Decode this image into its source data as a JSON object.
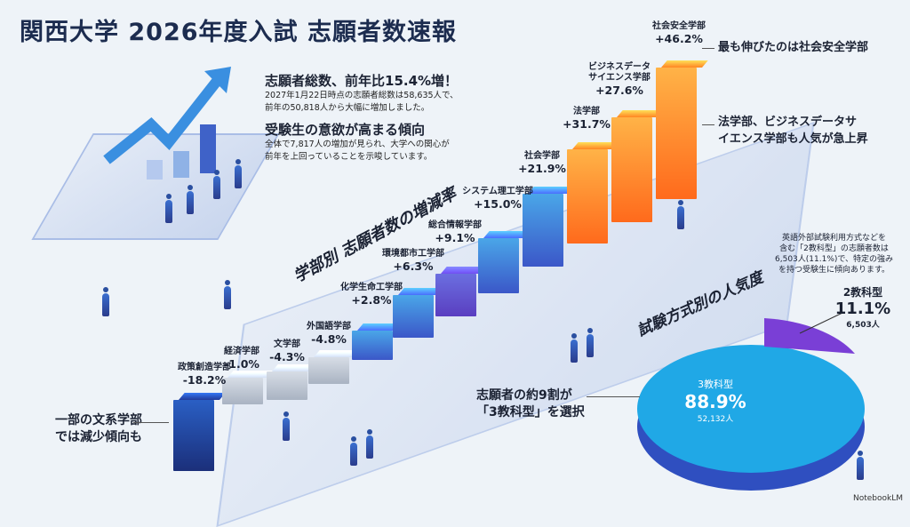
{
  "title": "関西大学 2026年度入試 志願者数速報",
  "summary": {
    "heading1": "志願者総数、前年比15.4%増！",
    "text1a": "2027年1月22日時点の志願者総数は58,635人で、",
    "text1b": "前年の50,818人から大幅に増加しました。",
    "heading2": "受験生の意欲が高まる傾向",
    "text2a": "全体で7,817人の増加が見られ、大学への関心が",
    "text2b": "前年を上回っていることを示唆しています。"
  },
  "faculty_section": {
    "title": "学部別 志願者数の増減率",
    "faculties": [
      {
        "name": "政策創造学部",
        "change": "-18.2%"
      },
      {
        "name": "経済学部",
        "change": "-1.0%"
      },
      {
        "name": "文学部",
        "change": "-4.3%"
      },
      {
        "name": "外国語学部",
        "change": "-4.8%"
      },
      {
        "name": "化学生命工学部",
        "change": "+2.8%"
      },
      {
        "name": "環境都市工学部",
        "change": "+6.3%"
      },
      {
        "name": "総合情報学部",
        "change": "+9.1%"
      },
      {
        "name": "システム理工学部",
        "change": "+15.0%"
      },
      {
        "name": "社会学部",
        "change": "+21.9%"
      },
      {
        "name": "法学部",
        "change": "+31.7%"
      },
      {
        "name": "ビジネスデータサイエンス学部",
        "change": "+27.6%"
      },
      {
        "name": "社会安全学部",
        "change": "+46.2%"
      }
    ],
    "callout_top": "最も伸びたのは社会安全学部",
    "callout_mid1": "法学部、ビジネスデータサ",
    "callout_mid2": "イエンス学部も人気が急上昇",
    "callout_low1": "一部の文系学部",
    "callout_low2": "では減少傾向も"
  },
  "exam_section": {
    "title": "試験方式別の人気度",
    "note1": "英語外部試験利用方式などを",
    "note2": "含む「2教科型」の志願者数は",
    "note3": "6,503人(11.1%)で、特定の強み",
    "note4": "を持つ受験生に傾向あります。",
    "slices": [
      {
        "label": "3教科型",
        "pct": "88.9%",
        "count": "52,132人",
        "value": 88.9,
        "color": "#1fa5e0"
      },
      {
        "label": "2教科型",
        "pct": "11.1%",
        "count": "6,503人",
        "value": 11.1,
        "color": "#7a3fd6"
      }
    ],
    "callout1": "志願者の約9割が",
    "callout2": "「3教科型」を選択"
  },
  "watermark": "NotebookLM"
}
